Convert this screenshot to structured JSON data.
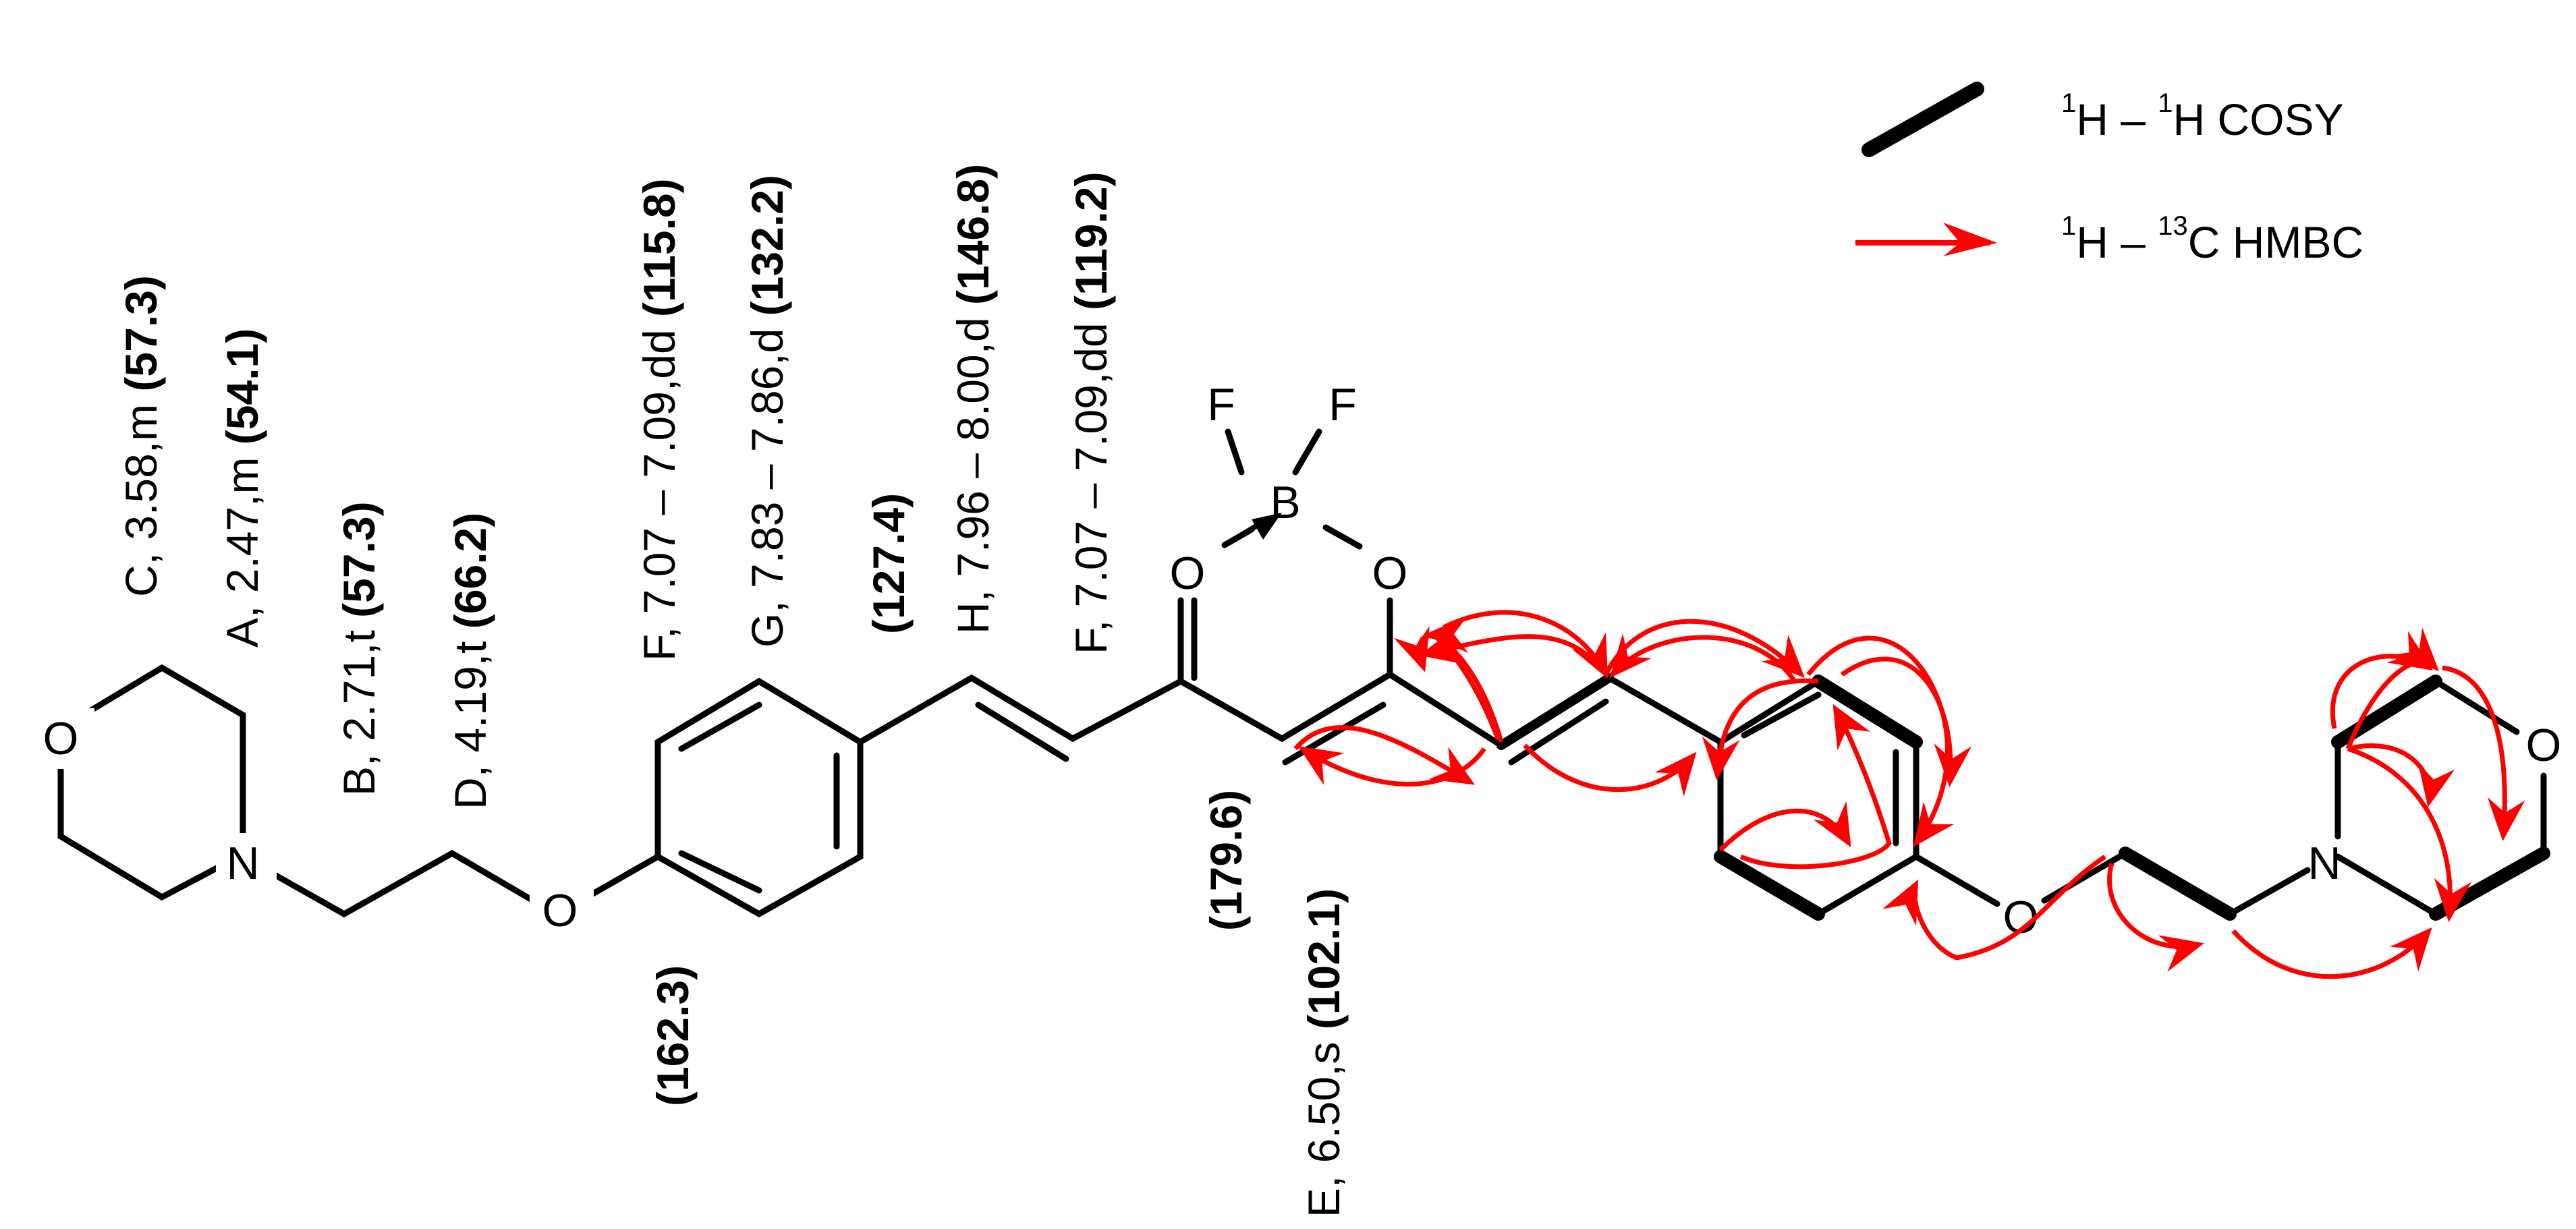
{
  "legend": {
    "cosy": {
      "sup": "1",
      "a": "H – ",
      "sup2": "1",
      "b": "H COSY"
    },
    "hmbc": {
      "sup": "1",
      "a": "H – ",
      "sup2": "13",
      "b": "C HMBC"
    }
  },
  "atoms": {
    "o_morph_left": "O",
    "n_morph_left": "N",
    "o_ether_left": "O",
    "o_carbonyl": "O",
    "b_center": "B",
    "f_left": "F",
    "f_right": "F",
    "o_enol": "O",
    "o_ether_right": "O",
    "n_morph_right": "N",
    "o_morph_right": "O"
  },
  "labels": {
    "C": {
      "text": "C, 3.58,m ",
      "shift": "(57.3)"
    },
    "A": {
      "text": "A, 2.47,m ",
      "shift": "(54.1)"
    },
    "B": {
      "text": "B, 2.71,t ",
      "shift": "(57.3)"
    },
    "D": {
      "text": "D, 4.19,t ",
      "shift": "(66.2)"
    },
    "F1": {
      "text": "F, 7.07 – 7.09,dd ",
      "shift": "(115.8)"
    },
    "G": {
      "text": "G, 7.83 – 7.86,d ",
      "shift": "(132.2)"
    },
    "H": {
      "text": "H, 7.96 – 8.00,d ",
      "shift": "(146.8)"
    },
    "F2": {
      "text": "F, 7.07 – 7.09,dd ",
      "shift": "(119.2)"
    },
    "E": {
      "text": "E, 6.50,s ",
      "shift": "(102.1)"
    },
    "c_1273": "(127.4)",
    "c_1623": "(162.3)",
    "c_1796": "(179.6)"
  },
  "colors": {
    "bond": "#000000",
    "hmbc": "#ff0000"
  }
}
